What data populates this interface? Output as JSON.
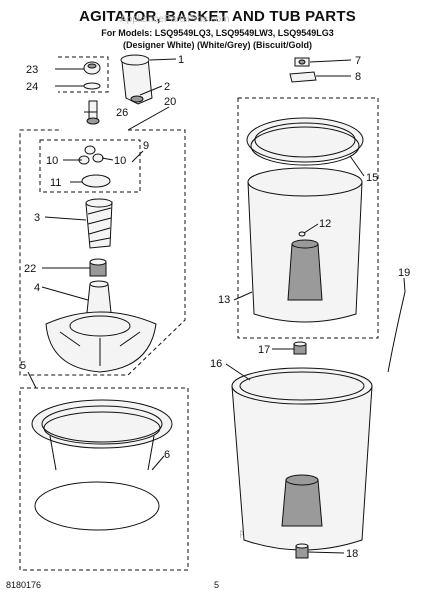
{
  "header": {
    "title": "AGITATOR, BASKET AND TUB PARTS",
    "models": "For Models: LSQ9549LQ3, LSQ9549LW3, LSQ9549LG3",
    "variants": "(Designer White)  (White/Grey)  (Biscuit/Gold)"
  },
  "watermark": "AppliancePartsPros.com",
  "footer": {
    "doc_number": "8180176",
    "page": "5"
  },
  "callouts": {
    "n1": "1",
    "n2": "2",
    "n3": "3",
    "n4": "4",
    "n5": "5",
    "n6": "6",
    "n7": "7",
    "n8": "8",
    "n9": "9",
    "n10a": "10",
    "n10b": "10",
    "n11": "11",
    "n12": "12",
    "n13": "13",
    "n15": "15",
    "n16": "16",
    "n17": "17",
    "n18": "18",
    "n19": "19",
    "n20": "20",
    "n22": "22",
    "n23": "23",
    "n24": "24",
    "n26": "26"
  }
}
